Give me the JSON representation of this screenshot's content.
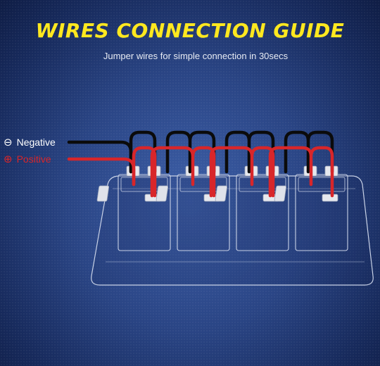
{
  "header": {
    "title": "WIRES CONNECTION GUIDE",
    "subtitle": "Jumper wires for simple connection in 30secs"
  },
  "legend": {
    "negative": {
      "symbol": "⊖",
      "label": "Negative",
      "color": "#ffffff"
    },
    "positive": {
      "symbol": "⊕",
      "label": "Positive",
      "color": "#d8262a"
    }
  },
  "colors": {
    "title": "#ffe81f",
    "negative_wire": "#0b0b0b",
    "positive_wire": "#d8262a",
    "panel_outline": "#c9d2e6"
  },
  "switches": {
    "count": 4
  }
}
